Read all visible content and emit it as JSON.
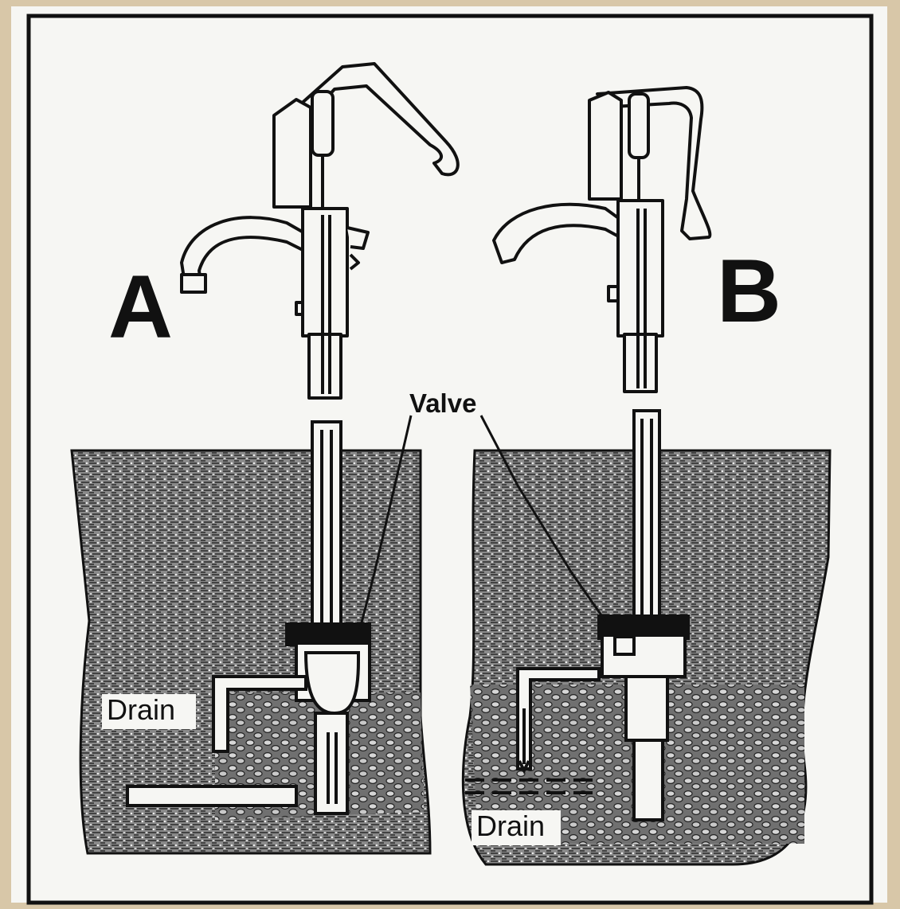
{
  "labels": {
    "a": "A",
    "b": "B",
    "valve": "Valve",
    "drain_left": "Drain",
    "drain_right": "Drain"
  },
  "colors": {
    "background": "#d8c7a8",
    "paper": "#f6f6f3",
    "ink": "#111111",
    "soil": "#6e6e6e"
  }
}
